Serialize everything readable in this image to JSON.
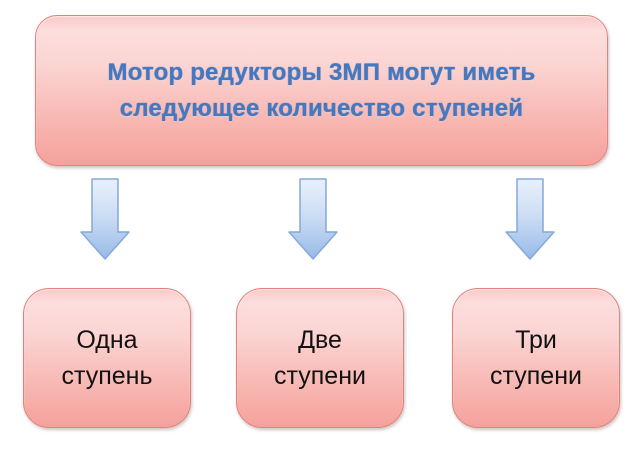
{
  "diagram": {
    "header": {
      "title_lines": [
        "Мотор редукторы 3МП могут иметь",
        "следующее количество ступеней"
      ]
    },
    "stages": [
      {
        "label_lines": [
          "Одна",
          "ступень"
        ]
      },
      {
        "label_lines": [
          "Две",
          "ступени"
        ]
      },
      {
        "label_lines": [
          "Три",
          "ступени"
        ]
      }
    ],
    "icons": [
      {
        "name": "down-arrow-icon"
      },
      {
        "name": "down-arrow-icon"
      },
      {
        "name": "down-arrow-icon"
      }
    ],
    "colors": {
      "background": "#ffffff",
      "title_text": "#4678c0",
      "stage_text": "#111111",
      "box_border": "#df837e",
      "box_fill_light": "#fcdedd",
      "box_fill_dark": "#f5a19c",
      "arrow_border": "#84a8da",
      "arrow_fill_light": "#e3ecfa",
      "arrow_fill_dark": "#97bbe8"
    }
  }
}
